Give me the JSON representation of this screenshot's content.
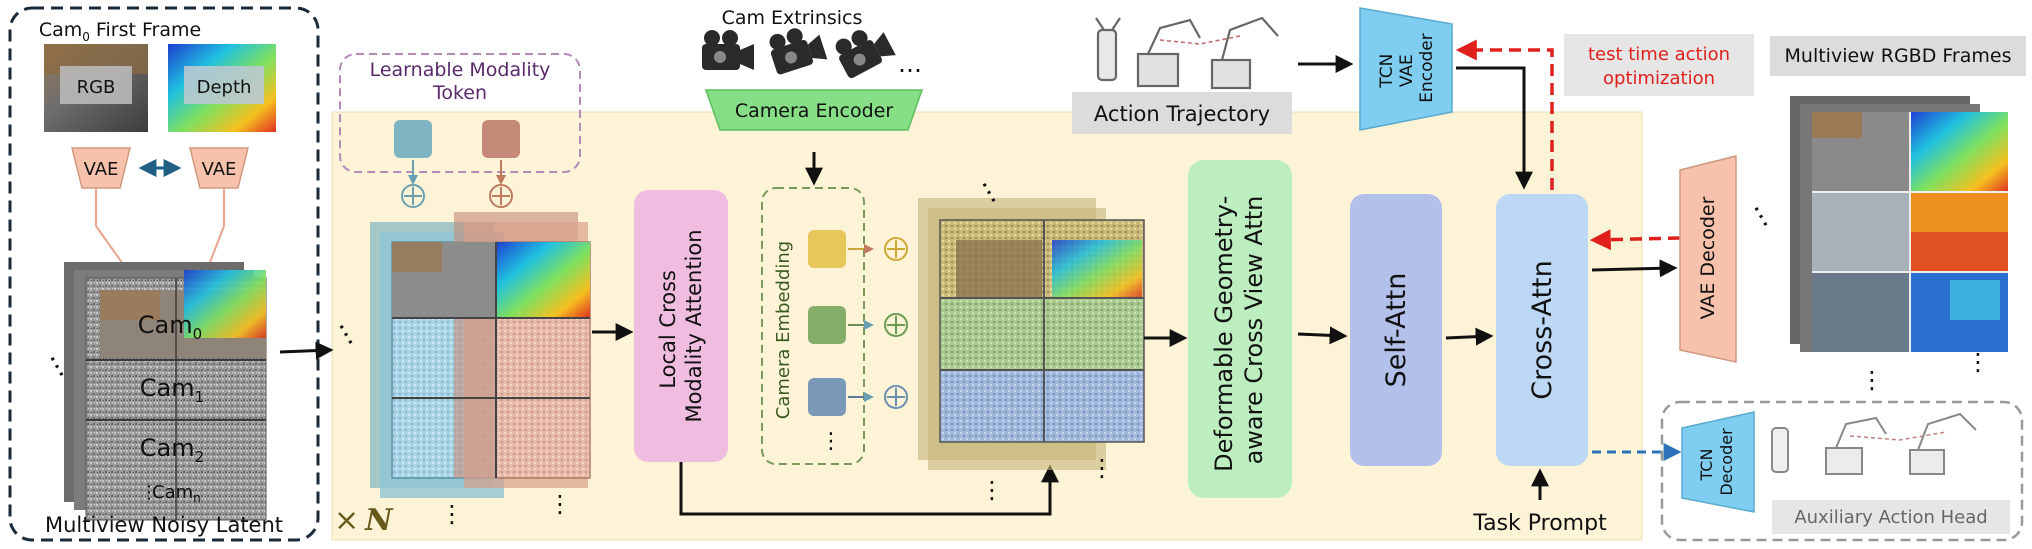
{
  "left_panel": {
    "first_frame_title": "Cam",
    "first_frame_sub": "0",
    "first_frame_suffix": " First Frame",
    "rgb_label": "RGB",
    "depth_label": "Depth",
    "vae_left": "VAE",
    "vae_right": "VAE",
    "cam_labels": [
      "Cam",
      "Cam",
      "Cam"
    ],
    "cam_subs": [
      "0",
      "1",
      "2"
    ],
    "cam_n": "Cam",
    "cam_n_sub": "n",
    "caption": "Multiview Noisy Latent"
  },
  "learnable_token": {
    "line1": "Learnable Modality",
    "line2": "Token"
  },
  "cam_extrinsics": "Cam Extrinsics",
  "camera_encoder": "Camera Encoder",
  "local_cross": {
    "line1": "Local Cross",
    "line2": "Modality Attention"
  },
  "camera_embedding": "Camera Embedding",
  "deformable": {
    "line1": "Deformable Geometry-",
    "line2": "aware Cross View Attn"
  },
  "self_attn": "Self-Attn",
  "cross_attn": "Cross-Attn",
  "task_prompt": "Task Prompt",
  "loop_label": {
    "times": "×",
    "n": "N"
  },
  "action_trajectory": "Action Trajectory",
  "tcn_vae_encoder": {
    "line1": "TCN",
    "line2": "VAE",
    "line3": "Encoder"
  },
  "test_time": {
    "line1": "test time action",
    "line2": "optimization"
  },
  "multiview_rgbd": "Multiview RGBD Frames",
  "vae_decoder": "VAE Decoder",
  "tcn_decoder": {
    "line1": "TCN",
    "line2": "Decoder"
  },
  "aux_head": "Auxiliary Action Head",
  "ellipsis": "…",
  "colors": {
    "main_bg": "#fdf3d6",
    "pink": "#f0bde0",
    "green": "#bdeec0",
    "purple": "#b3c0ea",
    "blue": "#bcd8f5",
    "vae": "#f7c2ab",
    "tcn": "#7fcdf0",
    "cam_enc": "#86df86",
    "red": "#e0201c",
    "token_teal": "#7fb3c1",
    "token_brown": "#c48a76",
    "emb_yellow": "#e7c75a",
    "emb_green": "#87ad6a",
    "emb_blue": "#7d99b8"
  }
}
